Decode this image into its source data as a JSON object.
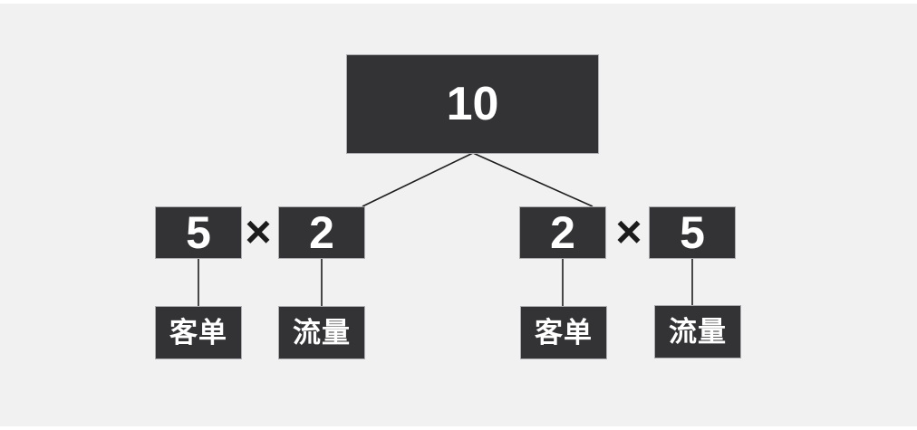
{
  "colors": {
    "page_background": "#ffffff",
    "slide_background": "#f1f1f2",
    "box_fill": "#333336",
    "box_border": "#aeaeb2",
    "box_text": "#ffffff",
    "operator_color": "#1b1b1b",
    "connector_color": "#1e1e1e"
  },
  "diagram": {
    "operator": "×",
    "root": {
      "value": "10"
    },
    "left_branch": {
      "factor1": {
        "value": "5",
        "label": "客单"
      },
      "factor2": {
        "value": "2",
        "label": "流量"
      }
    },
    "right_branch": {
      "factor1": {
        "value": "2",
        "label": "客单"
      },
      "factor2": {
        "value": "5",
        "label": "流量"
      }
    }
  }
}
